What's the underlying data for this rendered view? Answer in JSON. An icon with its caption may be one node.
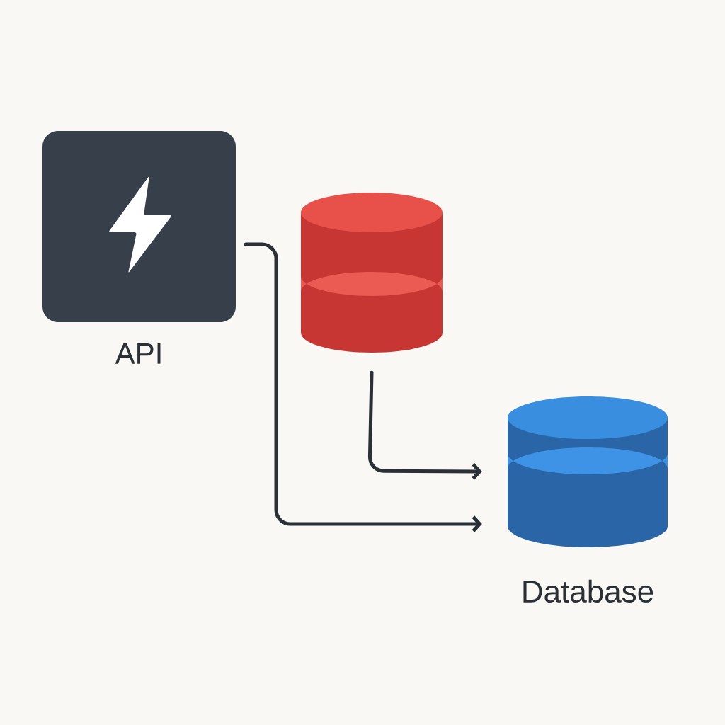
{
  "diagram": {
    "nodes": [
      {
        "text": [
          "API"
        ]
      },
      {
        "text": [],
        "shape": "cylinder"
      },
      {
        "text": [
          "Database"
        ]
      }
    ],
    "edges": [
      {
        "from": 0,
        "to": 2,
        "arrow": "to"
      },
      {
        "from": 1,
        "to": 2,
        "arrow": "to"
      }
    ]
  }
}
